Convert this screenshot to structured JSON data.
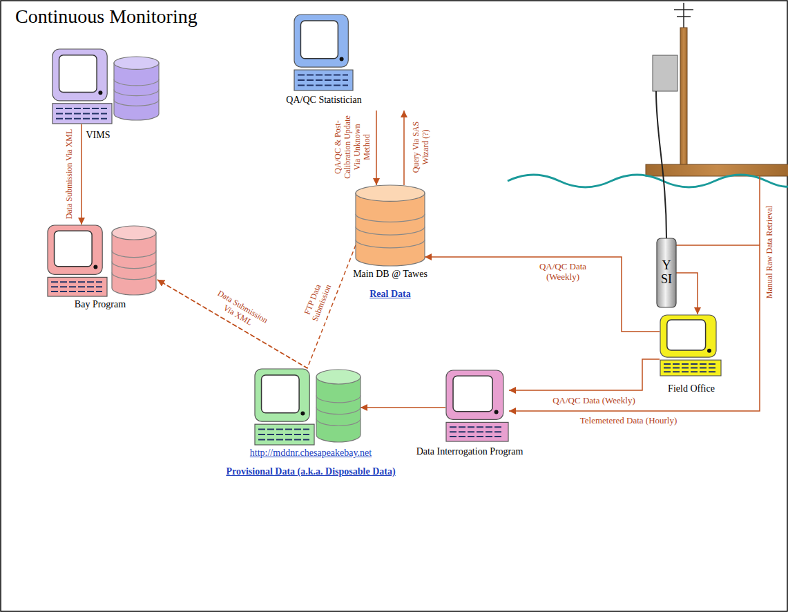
{
  "diagram": {
    "title": "Continuous Monitoring",
    "nodes": [
      {
        "text": [
          "VIMS"
        ]
      },
      {
        "text": [
          "QA/QC Statistician"
        ]
      },
      {
        "text": [
          "YSI"
        ]
      },
      {
        "text": [
          "Main DB @ Tawes",
          "Real Data"
        ]
      },
      {
        "text": [
          "Bay Program"
        ]
      },
      {
        "text": [
          "Field Office"
        ]
      },
      {
        "text": [
          "http://mddnr.chesapeakebay.net",
          "Provisional Data (a.k.a. Disposable Data)"
        ]
      },
      {
        "text": [
          "Data Interrogation Program"
        ]
      }
    ],
    "edges": [
      {
        "from": 0,
        "to": 4,
        "label": "Data Submission Via XML",
        "arrow": "to"
      },
      {
        "from": 1,
        "to": 3,
        "label": "QA/QC & Post-Calibration Update Via Unknown Method",
        "arrow": "to"
      },
      {
        "from": 3,
        "to": 1,
        "label": "Query Via SAS Wizard (?)",
        "arrow": "to"
      },
      {
        "from": 3,
        "to": 4,
        "label": "FTP Data Submission",
        "arrow": "to"
      },
      {
        "from": 6,
        "to": 4,
        "label": "Data Submission Via XML",
        "arrow": "to"
      },
      {
        "from": 5,
        "to": 3,
        "label": "QA/QC Data (Weekly)",
        "arrow": "to"
      },
      {
        "from": 2,
        "to": 5,
        "label": "Manual Raw Data Retrieval",
        "arrow": "to"
      },
      {
        "from": 5,
        "to": 7,
        "label": "QA/QC Data (Weekly)",
        "arrow": "to"
      },
      {
        "from": 2,
        "to": 7,
        "label": "Telemetered Data (Hourly)",
        "arrow": "to"
      },
      {
        "from": 7,
        "to": 6,
        "arrow": "to"
      }
    ]
  }
}
